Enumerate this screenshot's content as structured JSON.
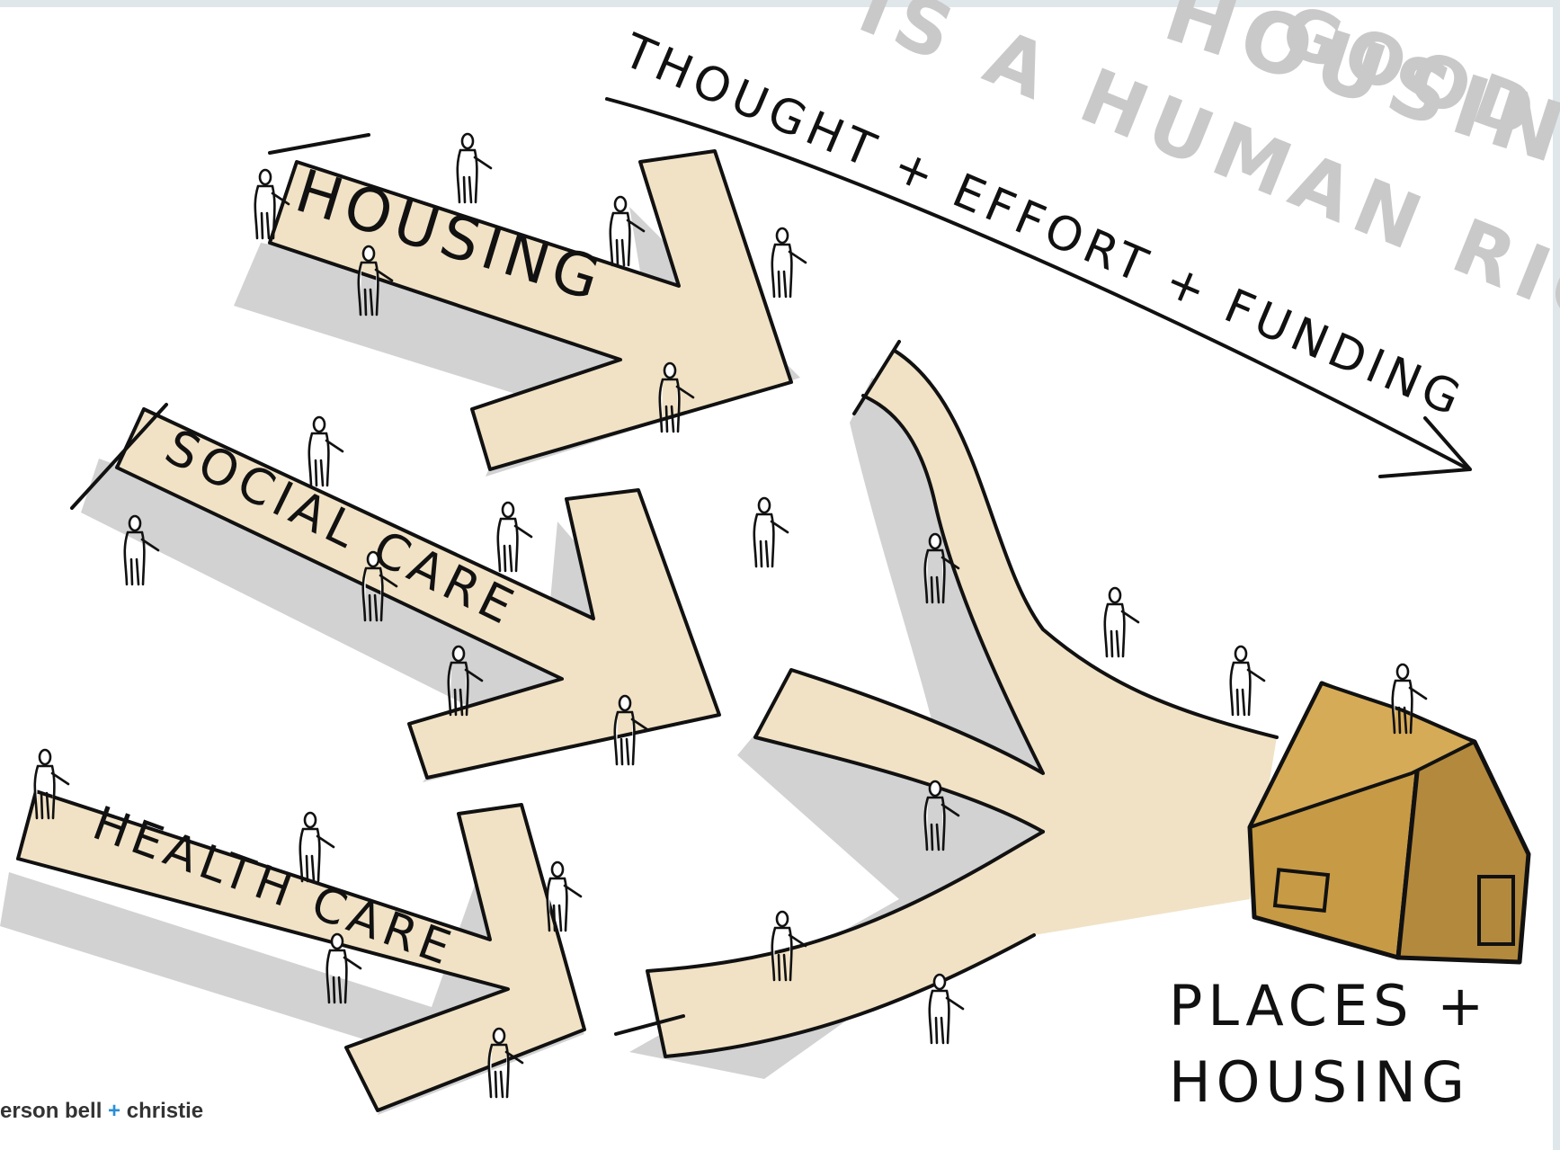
{
  "colors": {
    "background": "#dfe7ea",
    "paper": "#ffffff",
    "arrow_fill": "#f1e2c6",
    "house_front": "#c79a45",
    "house_side": "#b3893d",
    "house_roof": "#d6ab58",
    "ink": "#111111",
    "ghost_text": "#c9c9c9",
    "credit_plus": "#2a8fd6"
  },
  "sketch": {
    "background_text": [
      "GOOD",
      "HOUSING",
      "IS A HUMAN RIGHT"
    ],
    "process_label": "THOUGHT + EFFORT + FUNDING",
    "arrows": [
      {
        "label": "HOUSING"
      },
      {
        "label": "SOCIAL CARE"
      },
      {
        "label": "HEALTH CARE"
      }
    ],
    "destination_label": [
      "PLACES +",
      "HOUSING"
    ],
    "icons": [
      "house-icon",
      "person-icon",
      "long-arrow-icon"
    ]
  },
  "credit": {
    "part1": "erson bell",
    "plus": "+",
    "part2": "christie"
  }
}
